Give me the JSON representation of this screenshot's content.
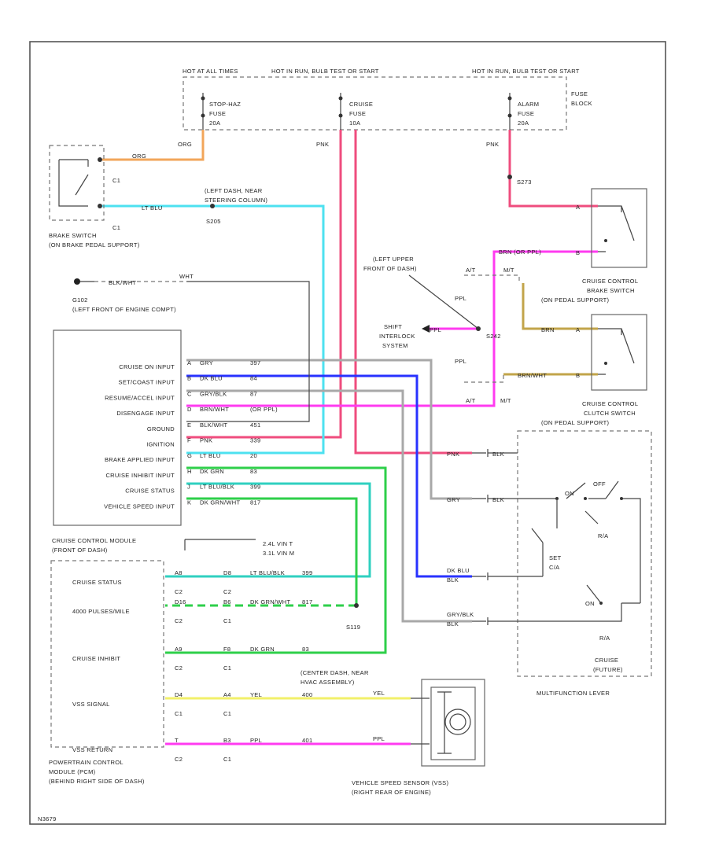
{
  "colors": {
    "orange": "#f2a65a",
    "pink": "#ef4d7e",
    "cyan": "#4de1f0",
    "magenta": "#ff3bf0",
    "blue": "#2832ff",
    "gray": "#a8a8a8",
    "olive": "#c2a44a",
    "green": "#2ecf4a",
    "teal": "#2fd0c0",
    "yellow": "#f2f06a",
    "black": "#222222"
  },
  "fuse_block": {
    "header_left": "HOT AT ALL TIMES",
    "header_mid": "HOT IN RUN, BULB TEST OR START",
    "header_right": "HOT IN RUN, BULB TEST OR START",
    "stop_fuse": [
      "STOP-HAZ",
      "FUSE",
      "20A"
    ],
    "cruise_fuse": [
      "CRUISE",
      "FUSE",
      "10A"
    ],
    "alarm_fuse": [
      "ALARM",
      "FUSE",
      "20A"
    ],
    "block_label": [
      "FUSE",
      "BLOCK"
    ],
    "wire_org": "ORG",
    "wire_pnk_mid": "PNK",
    "wire_pnk_right": "PNK"
  },
  "brake_switch": {
    "c1_top": "C1",
    "c1_bottom": "C1",
    "wire_top": "ORG",
    "wire_bottom": "LT BLU",
    "label": [
      "BRAKE SWITCH",
      "(ON BRAKE PEDAL SUPPORT)"
    ],
    "splice_label": [
      "(LEFT DASH, NEAR",
      "STEERING COLUMN)"
    ],
    "splice": "S205"
  },
  "splice_s273": "S273",
  "ground": {
    "wire": "BLK/WHT",
    "label_wht": "WHT",
    "id": "G102",
    "location": "(LEFT FRONT OF ENGINE COMPT)"
  },
  "cruise_module": {
    "rows": [
      {
        "label": "CRUISE ON INPUT",
        "pin": "A",
        "wire": "GRY",
        "circuit": "397"
      },
      {
        "label": "SET/COAST INPUT",
        "pin": "B",
        "wire": "DK BLU",
        "circuit": "84"
      },
      {
        "label": "RESUME/ACCEL INPUT",
        "pin": "C",
        "wire": "GRY/BLK",
        "circuit": "87"
      },
      {
        "label": "DISENGAGE INPUT",
        "pin": "D",
        "wire": "BRN/WHT",
        "circuit": "(OR PPL)"
      },
      {
        "label": "GROUND",
        "pin": "E",
        "wire": "BLK/WHT",
        "circuit": "451"
      },
      {
        "label": "IGNITION",
        "pin": "F",
        "wire": "PNK",
        "circuit": "339"
      },
      {
        "label": "BRAKE APPLIED INPUT",
        "pin": "G",
        "wire": "LT BLU",
        "circuit": "20"
      },
      {
        "label": "CRUISE INHIBIT INPUT",
        "pin": "H",
        "wire": "DK GRN",
        "circuit": "83"
      },
      {
        "label": "CRUISE STATUS",
        "pin": "J",
        "wire": "LT BLU/BLK",
        "circuit": "399"
      },
      {
        "label": "VEHICLE SPEED INPUT",
        "pin": "K",
        "wire": "DK GRN/WHT",
        "circuit": "817"
      }
    ],
    "title": [
      "CRUISE CONTROL MODULE",
      "(FRONT OF DASH)"
    ],
    "engine_note": [
      "2.4L VIN T",
      "3.1L VIN M"
    ]
  },
  "pcm": {
    "rows": [
      {
        "label": "CRUISE STATUS",
        "pin_a": "A8",
        "conn_a": "C2",
        "pin_b": "D8",
        "conn_b": "C2",
        "wire": "LT BLU/BLK",
        "circuit": "399"
      },
      {
        "label": "4000 PULSES/MILE",
        "pin_a": "D16",
        "conn_a": "C2",
        "pin_b": "B6",
        "conn_b": "C1",
        "wire": "DK GRN/WHT",
        "circuit": "817"
      },
      {
        "label": "CRUISE INHIBIT",
        "pin_a": "A9",
        "conn_a": "C2",
        "pin_b": "F8",
        "conn_b": "C1",
        "wire": "DK GRN",
        "circuit": "83"
      },
      {
        "label": "VSS SIGNAL",
        "pin_a": "D4",
        "conn_a": "C1",
        "pin_b": "A4",
        "conn_b": "C1",
        "wire": "YEL",
        "circuit": "400"
      },
      {
        "label": "VSS RETURN",
        "pin_a": "T",
        "conn_a": "C2",
        "pin_b": "B3",
        "conn_b": "C1",
        "wire": "PPL",
        "circuit": "401"
      }
    ],
    "splice": "S119",
    "title": [
      "POWERTRAIN CONTROL",
      "MODULE (PCM)",
      "(BEHIND RIGHT SIDE OF DASH)"
    ]
  },
  "vss": {
    "location": [
      "(CENTER DASH, NEAR",
      "HVAC ASSEMBLY)"
    ],
    "wire_yel": "YEL",
    "wire_ppl": "PPL",
    "label": [
      "VEHICLE SPEED SENSOR (VSS)",
      "(RIGHT REAR OF ENGINE)"
    ]
  },
  "upper_dash": {
    "location": [
      "(LEFT UPPER",
      "FRONT OF DASH)"
    ],
    "splice": "S242",
    "shift": [
      "SHIFT",
      "INTERLOCK",
      "SYSTEM"
    ],
    "wire_ppl_a": "PPL",
    "wire_ppl_b": "PPL",
    "wire_ppl_c": "PPL",
    "mt": "M/T",
    "at": "A/T",
    "mt2": "M/T",
    "at2": "A/T",
    "wire_brn_ppl": "BRN (OR PPL)",
    "wire_brn": "BRN",
    "wire_brn_wht": "BRN/WHT"
  },
  "cc_brake_switch": {
    "label": [
      "CRUISE CONTROL",
      "BRAKE SWITCH",
      "(ON PEDAL SUPPORT)"
    ],
    "pins": [
      "A",
      "B",
      "A",
      "B"
    ]
  },
  "cc_clutch_switch": {
    "label": [
      "CRUISE CONTROL",
      "CLUTCH SWITCH",
      "(ON PEDAL SUPPORT)"
    ]
  },
  "multifunction": {
    "inputs": [
      {
        "wire": "PNK",
        "term": "BLK"
      },
      {
        "wire": "GRY",
        "term": "BLK"
      },
      {
        "wire": "DK BLU",
        "term": "BLK"
      },
      {
        "wire": "GRY/BLK",
        "term": "BLK"
      }
    ],
    "off": "OFF",
    "on": "ON",
    "ra1": "R/A",
    "set": [
      "SET",
      "C/A"
    ],
    "on2": "ON",
    "ra2": "R/A",
    "cruise": [
      "CRUISE",
      "(FUTURE)"
    ],
    "label": "MULTIFUNCTION LEVER"
  },
  "footer": "N3679"
}
